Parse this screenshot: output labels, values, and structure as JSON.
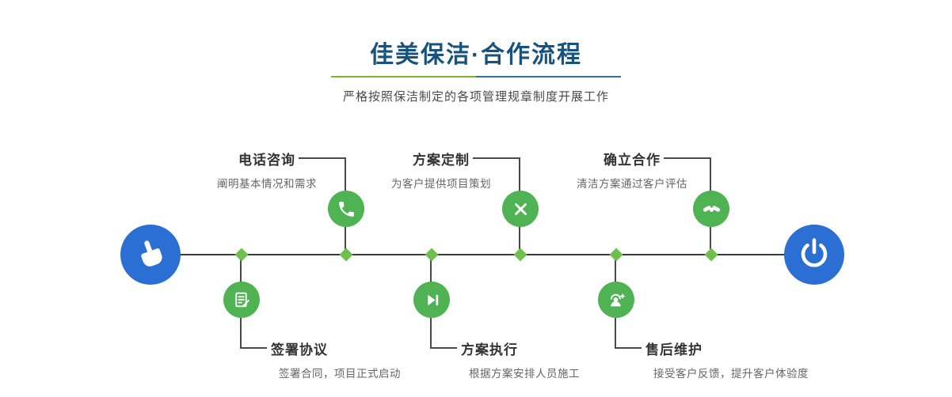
{
  "header": {
    "title": "佳美保洁·合作流程",
    "subtitle": "严格按照保洁制定的各项管理规章制度开展工作"
  },
  "colors": {
    "title_blue": "#18537d",
    "node_green": "#4fb253",
    "diamond_green": "#6fbf4f",
    "endpoint_blue": "#2b6fd4",
    "underline_green": "#7cb32b",
    "underline_blue": "#2e6da4",
    "line_dark": "#3a3a3a"
  },
  "timeline": {
    "start_icon": "pointing-hand-icon",
    "end_icon": "power-icon",
    "top_steps": [
      {
        "title": "电话咨询",
        "desc": "阐明基本情况和需求",
        "icon": "phone-icon"
      },
      {
        "title": "方案定制",
        "desc": "为客户提供项目策划",
        "icon": "design-tools-icon"
      },
      {
        "title": "确立合作",
        "desc": "清洁方案通过客户评估",
        "icon": "handshake-icon"
      }
    ],
    "bottom_steps": [
      {
        "title": "签署协议",
        "desc": "签署合同，项目正式启动",
        "icon": "contract-icon"
      },
      {
        "title": "方案执行",
        "desc": "根据方案安排人员施工",
        "icon": "execute-icon"
      },
      {
        "title": "售后维护",
        "desc": "接受客户反馈，提升客户体验度",
        "icon": "aftersale-support-icon"
      }
    ]
  }
}
